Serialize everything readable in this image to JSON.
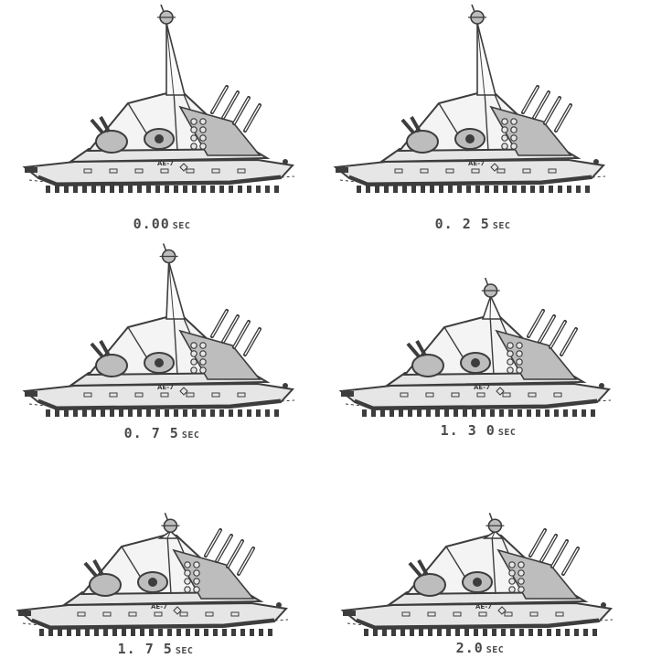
{
  "frames": [
    {
      "time": "0.00",
      "unit": "SEC",
      "mast_height": 1.0
    },
    {
      "time": "0. 2 5",
      "unit": "SEC",
      "mast_height": 1.0
    },
    {
      "time": "0. 7 5",
      "unit": "SEC",
      "mast_height": 0.78
    },
    {
      "time": "1. 3 0",
      "unit": "SEC",
      "mast_height": 0.28
    },
    {
      "time": "1. 7 5",
      "unit": "SEC",
      "mast_height": 0.05
    },
    {
      "time": "2.0",
      "unit": "SEC",
      "mast_height": 0.05
    }
  ],
  "colors": {
    "ink": "#3d3d3d",
    "fill_light": "#e6e6e6",
    "fill_mid": "#bdbdbd",
    "caption": "#4a4a4a"
  }
}
